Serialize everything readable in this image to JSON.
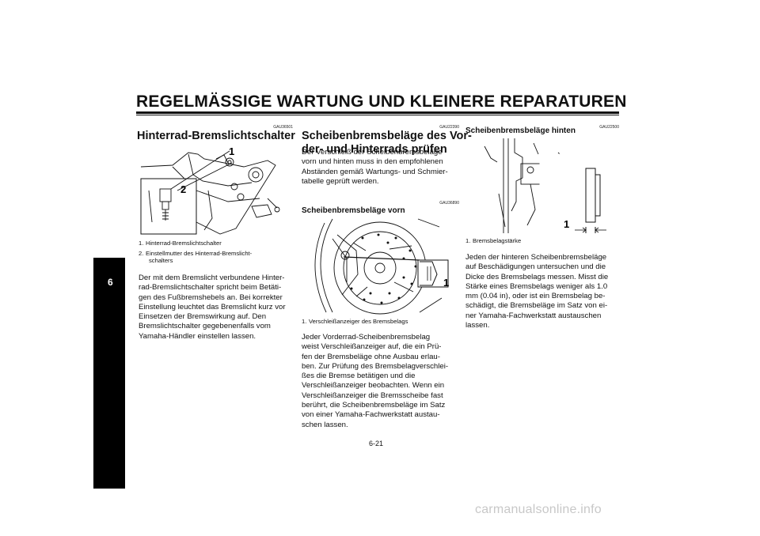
{
  "header": {
    "title": "REGELMÄSSIGE WARTUNG UND KLEINERE REPARATUREN"
  },
  "chapter_tab": "6",
  "page_number": "6-21",
  "watermark": "carmanualsonline.info",
  "col1": {
    "code": "GAU36501",
    "heading": "Hinterrad-Bremslichtschalter",
    "figure_labels": [
      "1",
      "2"
    ],
    "captions": [
      {
        "num": "1.",
        "text": "Hinterrad-Bremslichtschalter"
      },
      {
        "num": "2.",
        "text": "Einstellmutter des Hinterrad-Bremslicht-",
        "cont": "schalters"
      }
    ],
    "body": [
      "Der mit dem Bremslicht verbundene Hinter-",
      "rad-Bremslichtschalter spricht beim Betäti-",
      "gen des Fußbremshebels an. Bei korrekter",
      "Einstellung leuchtet das Bremslicht kurz vor",
      "Einsetzen der Bremswirkung auf. Den",
      "Bremslichtschalter gegebenenfalls vom",
      "Yamaha-Händler einstellen lassen."
    ]
  },
  "col2": {
    "code": "GAU22390",
    "heading": [
      "Scheibenbremsbeläge des Vor-",
      "der- und Hinterrads prüfen"
    ],
    "intro": [
      "Der Verschleiß der Scheibenbremsbeläge",
      "vorn und hinten muss in den empfohlenen",
      "Abständen gemäß Wartungs- und Schmier-",
      "tabelle geprüft werden."
    ],
    "sub_code": "GAU36890",
    "sub_heading": "Scheibenbremsbeläge vorn",
    "figure_label": "1",
    "caption": {
      "num": "1.",
      "text": "Verschleißanzeiger des Bremsbelags"
    },
    "body": [
      "Jeder Vorderrad-Scheibenbremsbelag",
      "weist Verschleißanzeiger auf, die ein Prü-",
      "fen der Bremsbeläge ohne Ausbau erlau-",
      "ben. Zur Prüfung des Bremsbelagverschlei-",
      "ßes die Bremse betätigen und die",
      "Verschleißanzeiger beobachten. Wenn ein",
      "Verschleißanzeiger die Bremsscheibe fast",
      "berührt, die Scheibenbremsbeläge im Satz",
      "von einer Yamaha-Fachwerkstatt austau-",
      "schen lassen."
    ]
  },
  "col3": {
    "code": "GAU22500",
    "sub_heading": "Scheibenbremsbeläge hinten",
    "figure_label": "1",
    "caption": {
      "num": "1.",
      "text": "Bremsbelagstärke"
    },
    "body": [
      "Jeden der hinteren Scheibenbremsbeläge",
      "auf Beschädigungen untersuchen und die",
      "Dicke des Bremsbelags messen. Misst die",
      "Stärke eines Bremsbelags weniger als 1.0",
      "mm (0.04 in), oder ist ein Bremsbelag be-",
      "schädigt, die Bremsbeläge im Satz von ei-",
      "ner Yamaha-Fachwerkstatt austauschen",
      "lassen."
    ]
  }
}
